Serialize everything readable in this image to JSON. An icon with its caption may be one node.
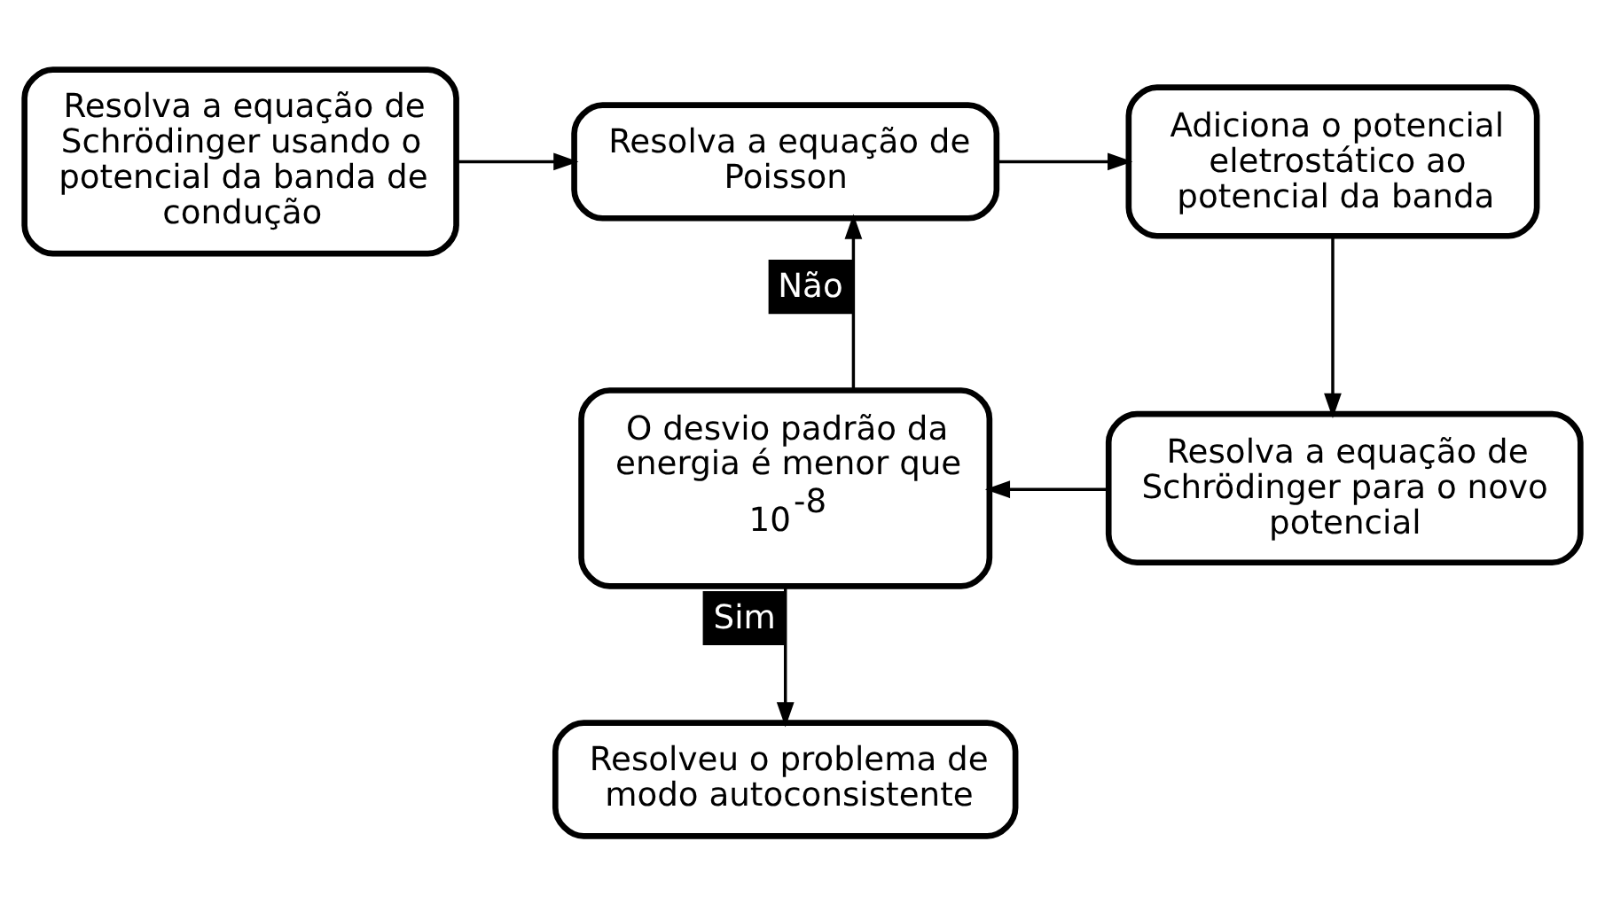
{
  "diagram": {
    "nodes": [
      {
        "text": [
          "Resolva a equação de Schrödinger usando o potencial da banda de condução"
        ]
      },
      {
        "text": [
          "Resolva a equação de Poisson"
        ]
      },
      {
        "text": [
          "Adiciona o potencial eletrostático ao potencial da banda"
        ]
      },
      {
        "text": [
          "Resolva a equação de Schrödinger para o novo potencial"
        ]
      },
      {
        "text": [
          "O desvio padrão da energia é menor que 10$^{-8}$"
        ]
      },
      {
        "text": [
          "Resolveu o problema de modo autoconsistente"
        ]
      }
    ],
    "edges": [
      {
        "from": 0,
        "to": 1,
        "arrow": "to"
      },
      {
        "from": 1,
        "to": 2,
        "arrow": "to"
      },
      {
        "from": 2,
        "to": 3,
        "arrow": "to"
      },
      {
        "from": 3,
        "to": 4,
        "arrow": "to"
      },
      {
        "from": 4,
        "to": 1,
        "arrow": "to",
        "label": "Não"
      },
      {
        "from": 4,
        "to": 5,
        "arrow": "to",
        "label": "Sim"
      }
    ]
  }
}
